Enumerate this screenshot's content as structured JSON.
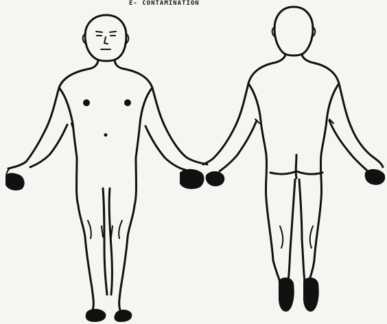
{
  "form": {
    "title": "E- CONTAMINATION"
  },
  "figures": [
    {
      "view": "front",
      "icon": "human-body-front"
    },
    {
      "view": "back",
      "icon": "human-body-back"
    }
  ],
  "colors": {
    "paper": "#f6f5f1",
    "ink": "#111111"
  }
}
